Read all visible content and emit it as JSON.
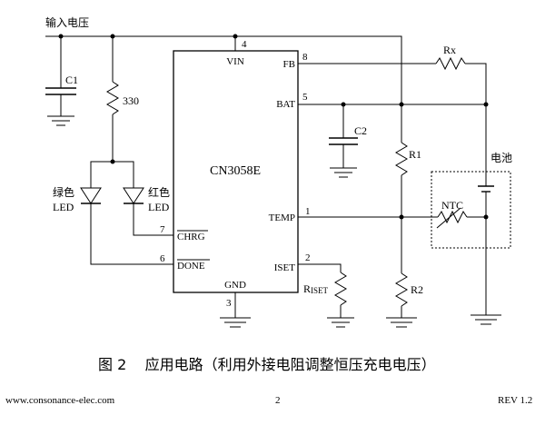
{
  "input_label": "输入电压",
  "chip": {
    "name": "CN3058E",
    "pins": {
      "vin": "VIN",
      "fb": "FB",
      "bat": "BAT",
      "temp": "TEMP",
      "iset": "ISET",
      "gnd": "GND",
      "chrg": "CHRG",
      "done": "DONE"
    },
    "pin_numbers": {
      "vin": "4",
      "fb": "8",
      "bat": "5",
      "temp": "1",
      "iset": "2",
      "gnd": "3",
      "chrg": "7",
      "done": "6"
    }
  },
  "components": {
    "c1": "C1",
    "r330": "330",
    "c2": "C2",
    "r1": "R1",
    "r2": "R2",
    "rx": "Rx",
    "ntc": "NTC",
    "battery": "电池",
    "riset_main": "R",
    "riset_sub": "ISET",
    "led_green_top": "绿色",
    "led_green_bottom": "LED",
    "led_red_top": "红色",
    "led_red_bottom": "LED"
  },
  "caption": "图 2    应用电路（利用外接电阻调整恒压充电电压）",
  "footer": {
    "website": "www.consonance-elec.com",
    "page": "2",
    "revision": "REV 1.2"
  }
}
